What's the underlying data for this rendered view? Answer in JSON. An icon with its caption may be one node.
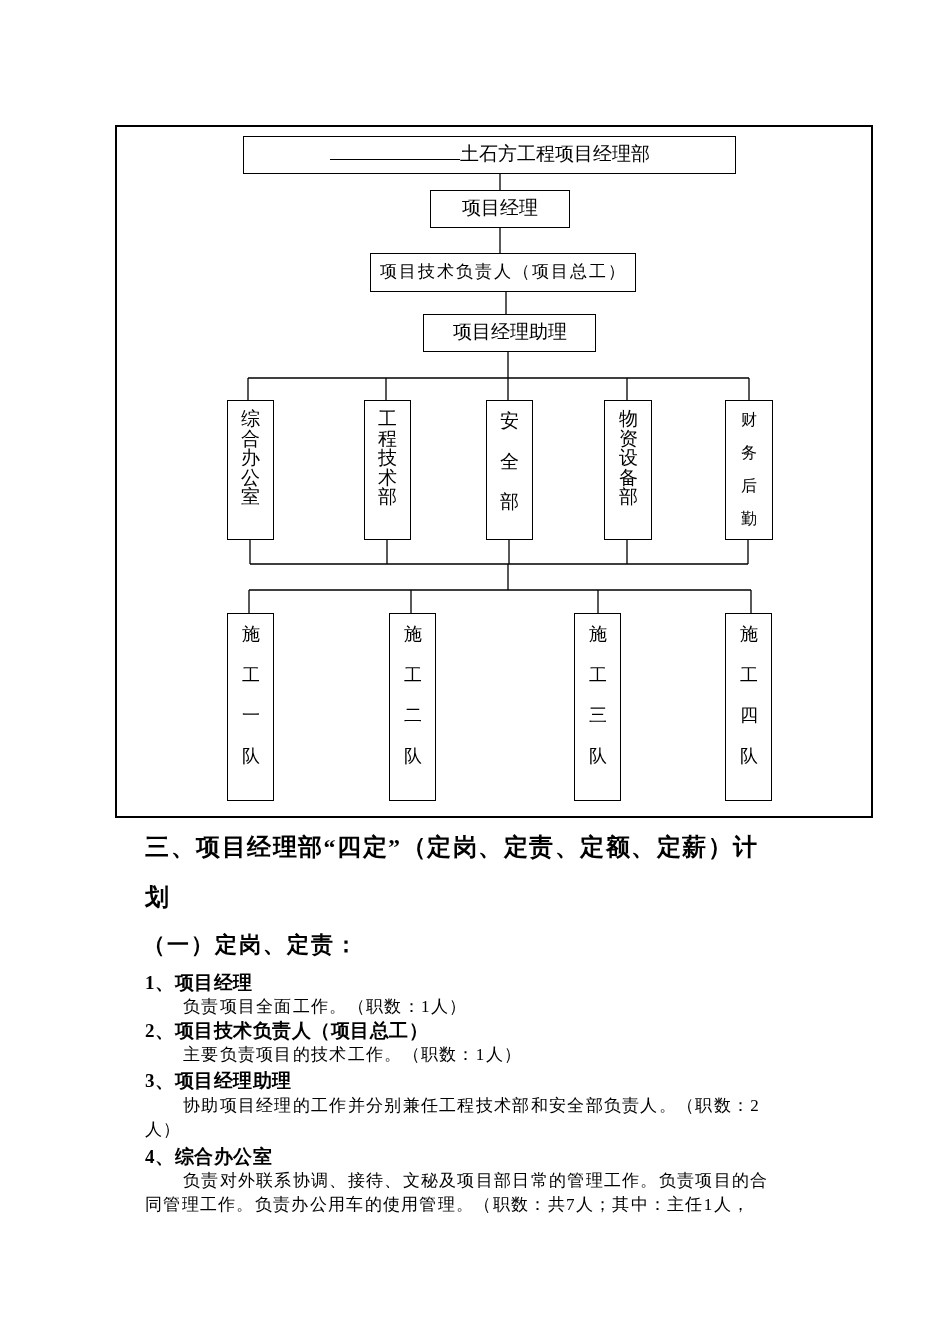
{
  "diagram": {
    "nodes": [
      {
        "text": [
          "土石方工程项目经理部"
        ]
      },
      {
        "text": [
          "项目经理"
        ]
      },
      {
        "text": [
          "项目技术负责人（项目总工）"
        ]
      },
      {
        "text": [
          "项目经理助理"
        ]
      },
      {
        "text": [
          "综合办公室"
        ]
      },
      {
        "text": [
          "工程技术部"
        ]
      },
      {
        "text": [
          "安全部"
        ]
      },
      {
        "text": [
          "物资设备部"
        ]
      },
      {
        "text": [
          "财务后勤"
        ]
      },
      {
        "text": [
          "施工一队"
        ]
      },
      {
        "text": [
          "施工二队"
        ]
      },
      {
        "text": [
          "施工三队"
        ]
      },
      {
        "text": [
          "施工四队"
        ]
      }
    ],
    "edges": [
      {
        "from": 0,
        "to": 1,
        "arrow": "none"
      },
      {
        "from": 1,
        "to": 2,
        "arrow": "none"
      },
      {
        "from": 2,
        "to": 3,
        "arrow": "none"
      },
      {
        "from": 3,
        "to": 4,
        "arrow": "none"
      },
      {
        "from": 3,
        "to": 5,
        "arrow": "none"
      },
      {
        "from": 3,
        "to": 6,
        "arrow": "none"
      },
      {
        "from": 3,
        "to": 7,
        "arrow": "none"
      },
      {
        "from": 3,
        "to": 8,
        "arrow": "none"
      },
      {
        "from": 4,
        "to": 9,
        "arrow": "none"
      },
      {
        "from": 4,
        "to": 10,
        "arrow": "none"
      },
      {
        "from": 4,
        "to": 11,
        "arrow": "none"
      },
      {
        "from": 4,
        "to": 12,
        "arrow": "none"
      },
      {
        "from": 5,
        "to": 9,
        "arrow": "none"
      },
      {
        "from": 5,
        "to": 10,
        "arrow": "none"
      },
      {
        "from": 5,
        "to": 11,
        "arrow": "none"
      },
      {
        "from": 5,
        "to": 12,
        "arrow": "none"
      },
      {
        "from": 6,
        "to": 9,
        "arrow": "none"
      },
      {
        "from": 6,
        "to": 10,
        "arrow": "none"
      },
      {
        "from": 6,
        "to": 11,
        "arrow": "none"
      },
      {
        "from": 6,
        "to": 12,
        "arrow": "none"
      },
      {
        "from": 7,
        "to": 9,
        "arrow": "none"
      },
      {
        "from": 7,
        "to": 10,
        "arrow": "none"
      },
      {
        "from": 7,
        "to": 11,
        "arrow": "none"
      },
      {
        "from": 7,
        "to": 12,
        "arrow": "none"
      },
      {
        "from": 8,
        "to": 9,
        "arrow": "none"
      },
      {
        "from": 8,
        "to": 10,
        "arrow": "none"
      },
      {
        "from": 8,
        "to": 11,
        "arrow": "none"
      },
      {
        "from": 8,
        "to": 12,
        "arrow": "none"
      }
    ],
    "labels": [
      "三、项目经理部“四定”（定岗、定责、定额、定薪）计划",
      "（一）定岗、定责：",
      "1、项目经理",
      "负责项目全面工作。（职数：1人）",
      "2、项目技术负责人（项目总工）",
      "主要负责项目的技术工作。（职数：1人）",
      "3、项目经理助理",
      "协助项目经理的工作并分别兼任工程技术部和安全部负责人。（职数：2人）",
      "4、综合办公室",
      "负责对外联系协调、接待、文秘及项目部日常的管理工作。负责项目的合同管理工作。负责办公用车的使用管理。（职数：共7人；其中：主任1人，"
    ]
  }
}
